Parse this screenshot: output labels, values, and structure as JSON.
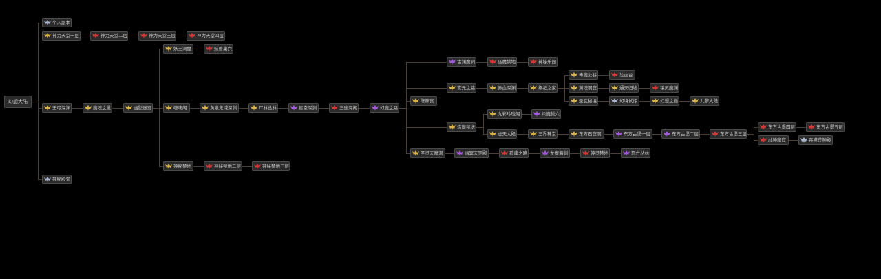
{
  "palette": {
    "gold": "#d6b24a",
    "red": "#d23a3a",
    "purple": "#a25ad9",
    "silver": "#a9b3c9",
    "line": "#4a3e34"
  },
  "root": {
    "id": "root",
    "label": "幻想大陆"
  },
  "nodes": [
    {
      "id": "geren",
      "label": "个人副本",
      "icon": "silver"
    },
    {
      "id": "sl1",
      "label": "神力天堂一层",
      "icon": "gold"
    },
    {
      "id": "sl2",
      "label": "神力天堂二层",
      "icon": "red"
    },
    {
      "id": "sl3",
      "label": "神力天堂三层",
      "icon": "red"
    },
    {
      "id": "sl4",
      "label": "神力天堂四层",
      "icon": "red"
    },
    {
      "id": "wj",
      "label": "无尽深渊",
      "icon": "gold"
    },
    {
      "id": "mowang",
      "label": "魔魂之巢",
      "icon": "gold"
    },
    {
      "id": "yingying",
      "label": "幽影迷宫",
      "icon": "gold"
    },
    {
      "id": "yaowang",
      "label": "妖王洞窟",
      "icon": "gold"
    },
    {
      "id": "yaoshou",
      "label": "妖兽巢穴",
      "icon": "red"
    },
    {
      "id": "shanhun",
      "label": "噬魂阁",
      "icon": "gold"
    },
    {
      "id": "huangquan",
      "label": "黄泉鬼域深渊",
      "icon": "gold"
    },
    {
      "id": "shiye",
      "label": "尸林丛林",
      "icon": "gold"
    },
    {
      "id": "xingkong",
      "label": "星空深渊",
      "icon": "purple"
    },
    {
      "id": "sanjie",
      "label": "三途海阁",
      "icon": "red"
    },
    {
      "id": "huanmo",
      "label": "幻魔之路",
      "icon": "purple"
    },
    {
      "id": "chenshen",
      "label": "陈神宫",
      "icon": "gold"
    },
    {
      "id": "gulao",
      "label": "古渊魔洞",
      "icon": "purple"
    },
    {
      "id": "wumo",
      "label": "巫魔禁地",
      "icon": "red"
    },
    {
      "id": "shenmu",
      "label": "神秘乐园",
      "icon": "red"
    },
    {
      "id": "xuanhun",
      "label": "玄元之路",
      "icon": "gold"
    },
    {
      "id": "qianqiu",
      "label": "赤血深渊",
      "icon": "gold"
    },
    {
      "id": "zhuling",
      "label": "祭祀之家",
      "icon": "gold"
    },
    {
      "id": "dumo",
      "label": "毒魔公谷",
      "icon": "gold"
    },
    {
      "id": "jinzhi",
      "label": "泣血台",
      "icon": "red"
    },
    {
      "id": "yuanshu",
      "label": "渊魂洞窟",
      "icon": "gold"
    },
    {
      "id": "tiantian",
      "label": "通天归墟",
      "icon": "gold"
    },
    {
      "id": "jiujiao",
      "label": "镜灵魔渊",
      "icon": "red"
    },
    {
      "id": "shengwu",
      "label": "圣武秘境",
      "icon": "gold"
    },
    {
      "id": "huanjingshilian",
      "label": "幻境试炼",
      "icon": "silver"
    },
    {
      "id": "huanxiangzhijing",
      "label": "幻想之巅",
      "icon": "gold"
    },
    {
      "id": "jiuxiang",
      "label": "九黎大陆",
      "icon": "gold"
    },
    {
      "id": "qixing",
      "label": "炼魔禁坛",
      "icon": "gold"
    },
    {
      "id": "jiucai",
      "label": "九彩玲珑阁",
      "icon": "gold"
    },
    {
      "id": "yanmo",
      "label": "炎魔巢穴",
      "icon": "purple"
    },
    {
      "id": "xuanwu",
      "label": "虚无大殿",
      "icon": "gold"
    },
    {
      "id": "sanli",
      "label": "三界神堂",
      "icon": "gold"
    },
    {
      "id": "dongfangshi",
      "label": "东方石窟洞",
      "icon": "gold"
    },
    {
      "id": "dfg1",
      "label": "东方古堡一层",
      "icon": "purple"
    },
    {
      "id": "dfg2",
      "label": "东方古堡二层",
      "icon": "purple"
    },
    {
      "id": "dfg3",
      "label": "东方古堡三层",
      "icon": "red"
    },
    {
      "id": "dfg4",
      "label": "东方古堡四层",
      "icon": "red"
    },
    {
      "id": "dfg5",
      "label": "东方古堡五层",
      "icon": "red"
    },
    {
      "id": "zhanshen",
      "label": "战神魔窟",
      "icon": "red"
    },
    {
      "id": "shenhun",
      "label": "吞噬荒神殿",
      "icon": "silver"
    },
    {
      "id": "shengling",
      "label": "圣灵天魔洞",
      "icon": "gold"
    },
    {
      "id": "youming",
      "label": "幽冥天罡殿",
      "icon": "purple"
    },
    {
      "id": "guhun",
      "label": "孤魂之路",
      "icon": "red"
    },
    {
      "id": "longmo",
      "label": "龙魔海渊",
      "icon": "purple"
    },
    {
      "id": "shenmi",
      "label": "神灵禁地",
      "icon": "red"
    },
    {
      "id": "siwang",
      "label": "死亡丛林",
      "icon": "purple"
    },
    {
      "id": "shenlin1",
      "label": "神秘禁地",
      "icon": "gold"
    },
    {
      "id": "shenlin2",
      "label": "神秘禁地二层",
      "icon": "red"
    },
    {
      "id": "shenlin3",
      "label": "神秘禁地三层",
      "icon": "red"
    },
    {
      "id": "shenmiying",
      "label": "神秘殿堂",
      "icon": "silver"
    }
  ],
  "edges": [
    [
      "root",
      "geren"
    ],
    [
      "root",
      "sl1"
    ],
    [
      "root",
      "wj"
    ],
    [
      "root",
      "shenmiying"
    ],
    [
      "sl1",
      "sl2"
    ],
    [
      "sl2",
      "sl3"
    ],
    [
      "sl3",
      "sl4"
    ],
    [
      "wj",
      "mowang"
    ],
    [
      "mowang",
      "yingying"
    ],
    [
      "yingying",
      "yaowang"
    ],
    [
      "yingying",
      "shanhun"
    ],
    [
      "yingying",
      "shenlin1"
    ],
    [
      "yaowang",
      "yaoshou"
    ],
    [
      "shanhun",
      "huangquan"
    ],
    [
      "huangquan",
      "shiye"
    ],
    [
      "shiye",
      "xingkong"
    ],
    [
      "xingkong",
      "sanjie"
    ],
    [
      "sanjie",
      "huanmo"
    ],
    [
      "huanmo",
      "chenshen"
    ],
    [
      "chenshen",
      "gulao"
    ],
    [
      "chenshen",
      "xuanhun"
    ],
    [
      "chenshen",
      "qixing"
    ],
    [
      "chenshen",
      "shengling"
    ],
    [
      "gulao",
      "wumo"
    ],
    [
      "wumo",
      "shenmu"
    ],
    [
      "xuanhun",
      "qianqiu"
    ],
    [
      "qianqiu",
      "zhuling"
    ],
    [
      "zhuling",
      "dumo"
    ],
    [
      "zhuling",
      "yuanshu"
    ],
    [
      "zhuling",
      "shengwu"
    ],
    [
      "dumo",
      "jinzhi"
    ],
    [
      "yuanshu",
      "tiantian"
    ],
    [
      "tiantian",
      "jiujiao"
    ],
    [
      "shengwu",
      "huanjingshilian"
    ],
    [
      "huanjingshilian",
      "huanxiangzhijing"
    ],
    [
      "huanxiangzhijing",
      "jiuxiang"
    ],
    [
      "qixing",
      "jiucai"
    ],
    [
      "qixing",
      "xuanwu"
    ],
    [
      "jiucai",
      "yanmo"
    ],
    [
      "xuanwu",
      "sanli"
    ],
    [
      "sanli",
      "dongfangshi"
    ],
    [
      "dongfangshi",
      "dfg1"
    ],
    [
      "dfg1",
      "dfg2"
    ],
    [
      "dfg2",
      "dfg3"
    ],
    [
      "dfg3",
      "dfg4"
    ],
    [
      "dfg3",
      "zhanshen"
    ],
    [
      "dfg4",
      "dfg5"
    ],
    [
      "zhanshen",
      "shenhun"
    ],
    [
      "shengling",
      "youming"
    ],
    [
      "youming",
      "guhun"
    ],
    [
      "guhun",
      "longmo"
    ],
    [
      "longmo",
      "shenmi"
    ],
    [
      "shenmi",
      "siwang"
    ],
    [
      "shenlin1",
      "shenlin2"
    ],
    [
      "shenlin2",
      "shenlin3"
    ]
  ]
}
